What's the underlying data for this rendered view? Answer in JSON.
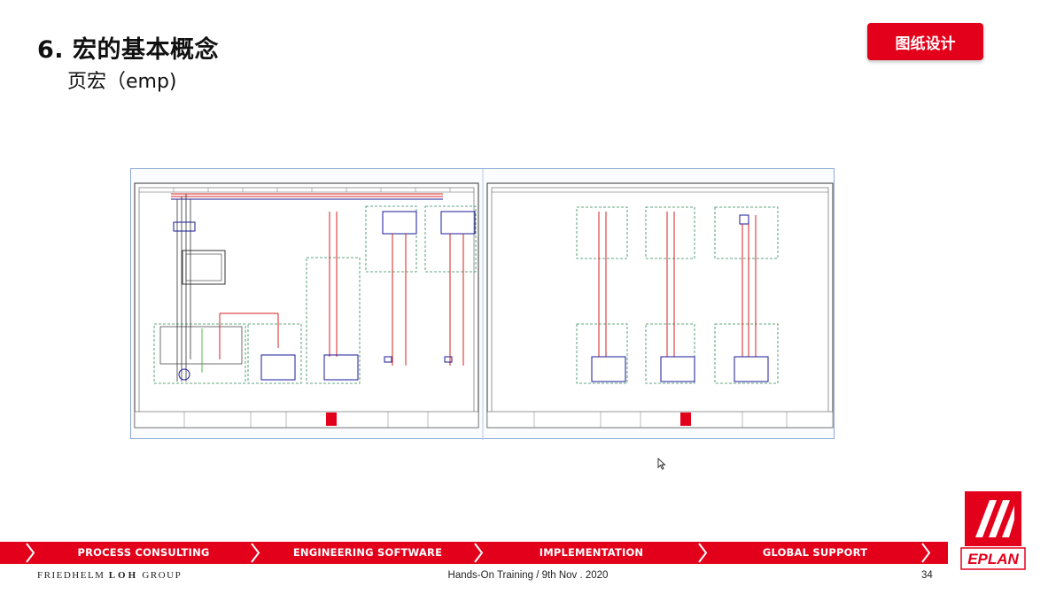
{
  "slide": {
    "title": "6. 宏的基本概念",
    "subtitle": "页宏（emp)",
    "tag_label": "图纸设计",
    "page_number": "34"
  },
  "nav": {
    "items": [
      {
        "label": "PROCESS CONSULTING"
      },
      {
        "label": "ENGINEERING SOFTWARE"
      },
      {
        "label": "IMPLEMENTATION"
      },
      {
        "label": "GLOBAL SUPPORT"
      }
    ]
  },
  "footer": {
    "company_a": "FRIEDHELM ",
    "company_b": "LOH",
    "company_c": " GROUP",
    "event": "Hands-On Training / 9th Nov . 2020"
  },
  "logo": {
    "text": "EPLAN"
  },
  "colors": {
    "brand_red": "#e2001a",
    "wire_red": "#d62020",
    "wire_blue": "#1a1a9a",
    "box_green": "#2e8b57"
  },
  "icons": {
    "cursor": "mouse-pointer-icon"
  }
}
